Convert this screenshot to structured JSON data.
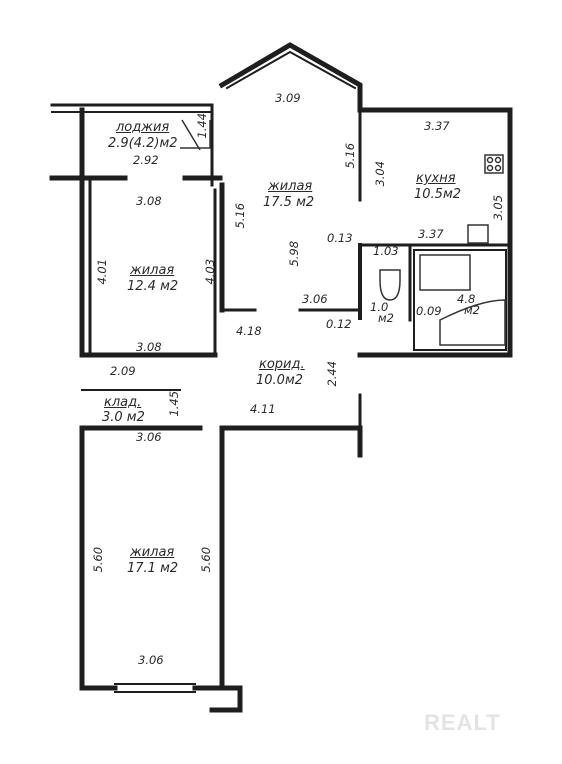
{
  "rooms": {
    "loggia_name": "лоджия",
    "loggia_area": "2.9(4.2)м2",
    "living1_name": "жилая",
    "living1_area": "17.5 м2",
    "living2_name": "жилая",
    "living2_area": "12.4 м2",
    "kitchen_name": "кухня",
    "kitchen_area": "10.5м2",
    "corridor_name": "корид.",
    "corridor_area": "10.0м2",
    "storage_name": "клад.",
    "storage_area": "3.0 м2",
    "living3_name": "жилая",
    "living3_area": "17.1 м2",
    "wc_area_value": "1.0",
    "wc_area_unit": "м2",
    "bath_area_value": "4.8",
    "bath_area_unit": "м2"
  },
  "dimensions": {
    "d_309": "3.09",
    "d_337_top": "3.37",
    "d_144": "1.44",
    "d_292": "2.92",
    "d_516_right": "5.16",
    "d_304": "3.04",
    "d_305": "3.05",
    "d_308_top": "3.08",
    "d_516_left": "5.16",
    "d_598": "5.98",
    "d_013": "0.13",
    "d_103": "1.03",
    "d_337_bath": "3.37",
    "d_401": "4.01",
    "d_403": "4.03",
    "d_306_mid": "3.06",
    "d_418": "4.18",
    "d_012": "0.12",
    "d_009": "0.09",
    "d_308_bottom": "3.08",
    "d_244": "2.44",
    "d_209": "2.09",
    "d_145": "1.45",
    "d_411": "4.11",
    "d_306_lower": "3.06",
    "d_560_left": "5.60",
    "d_560_right": "5.60",
    "d_306_bottom": "3.06"
  },
  "watermark": "REALT"
}
